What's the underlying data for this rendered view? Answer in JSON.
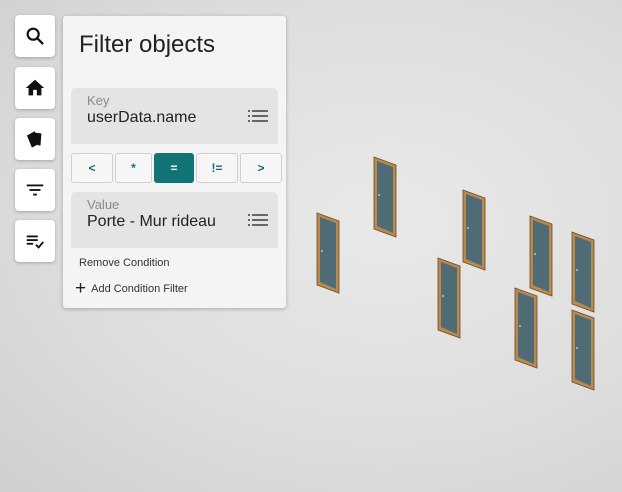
{
  "toolbar": [
    {
      "icon": "search-icon"
    },
    {
      "icon": "home-icon"
    },
    {
      "icon": "layers-icon"
    },
    {
      "icon": "filter-icon"
    },
    {
      "icon": "checklist-icon"
    }
  ],
  "filter_panel": {
    "title": "Filter objects",
    "key": {
      "label": "Key",
      "value": "userData.name",
      "icon": "list-icon"
    },
    "operators": [
      {
        "label": "<",
        "active": false
      },
      {
        "label": "*",
        "active": false
      },
      {
        "label": "=",
        "active": true
      },
      {
        "label": "!=",
        "active": false
      },
      {
        "label": ">",
        "active": false
      }
    ],
    "value": {
      "label": "Value",
      "value": "Porte - Mur rideau",
      "icon": "list-icon"
    },
    "remove_label": "Remove Condition",
    "add_label": "Add Condition Filter"
  },
  "colors": {
    "accent": "#137478",
    "door_glass": "#4f6b75",
    "door_frame": "#b98a50"
  }
}
